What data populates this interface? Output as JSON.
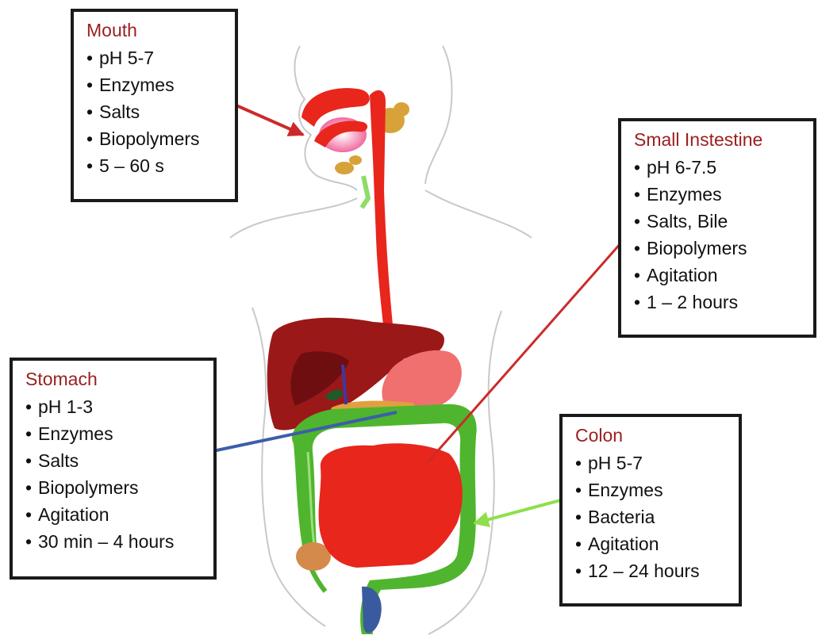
{
  "boxes": {
    "mouth": {
      "title": "Mouth",
      "items": [
        "pH 5-7",
        "Enzymes",
        "Salts",
        "Biopolymers",
        "5 – 60 s"
      ]
    },
    "small_intestine": {
      "title": "Small Instestine",
      "items": [
        "pH 6-7.5",
        "Enzymes",
        "Salts, Bile",
        "Biopolymers",
        "Agitation",
        "1 – 2 hours"
      ]
    },
    "stomach": {
      "title": "Stomach",
      "items": [
        "pH 1-3",
        "Enzymes",
        "Salts",
        "Biopolymers",
        "Agitation",
        "30 min – 4 hours"
      ]
    },
    "colon": {
      "title": "Colon",
      "items": [
        "pH 5-7",
        "Enzymes",
        "Bacteria",
        "Agitation",
        "12 – 24 hours"
      ]
    }
  },
  "colors": {
    "title_text": "#9b2020",
    "box_border": "#1a1a1a",
    "mouth_arrow": "#cc2a2a",
    "small_intestine_arrow": "#cc2a2a",
    "stomach_arrow": "#3b5fa8",
    "colon_arrow": "#8ee04a",
    "gi_tract": "#e8261c",
    "liver": "#9b1818",
    "colon_tissue": "#4fb52e",
    "glands": "#d8a23a",
    "body_outline": "#c9c9c9"
  }
}
